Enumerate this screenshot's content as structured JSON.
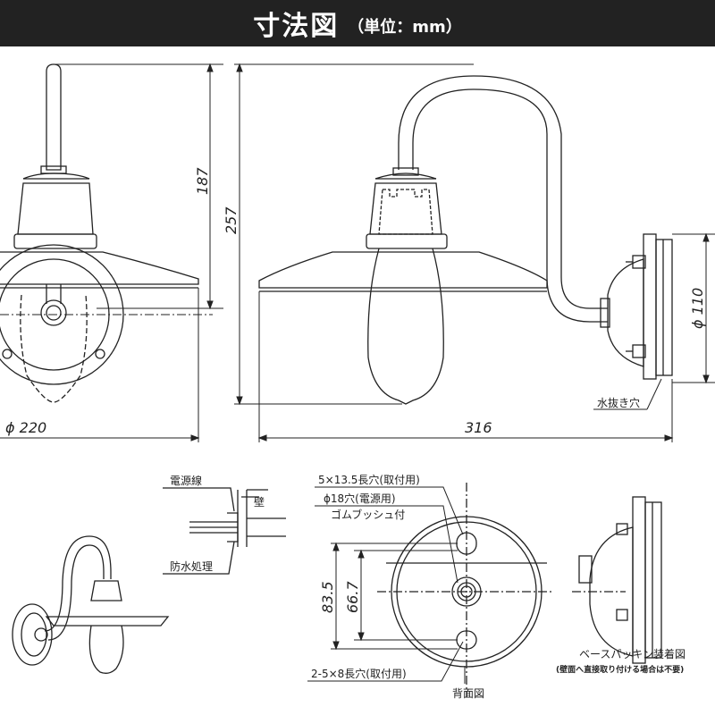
{
  "header": {
    "title": "寸法図",
    "unit": "（単位：mm）"
  },
  "dimensions": {
    "shade_diameter": "ϕ 220",
    "height_187": "187",
    "height_257": "257",
    "width_316": "316",
    "base_diameter": "ϕ 110",
    "hole_spacing_outer": "83.5",
    "hole_spacing_inner": "66.7"
  },
  "labels": {
    "drain_hole": "水抜き穴",
    "power_cable": "電源線",
    "wall": "壁",
    "waterproofing": "防水処理",
    "mount_slot_top": "5×13.5長穴(取付用)",
    "power_hole": "ϕ18穴(電源用)",
    "grommet": "ゴムブッシュ付",
    "mount_slot_bottom": "2-5×8長穴(取付用)",
    "back_view": "背面図",
    "base_packing": "ベースパッキン装着図",
    "base_packing_note": "(壁面へ直接取り付ける場合は不要)"
  }
}
